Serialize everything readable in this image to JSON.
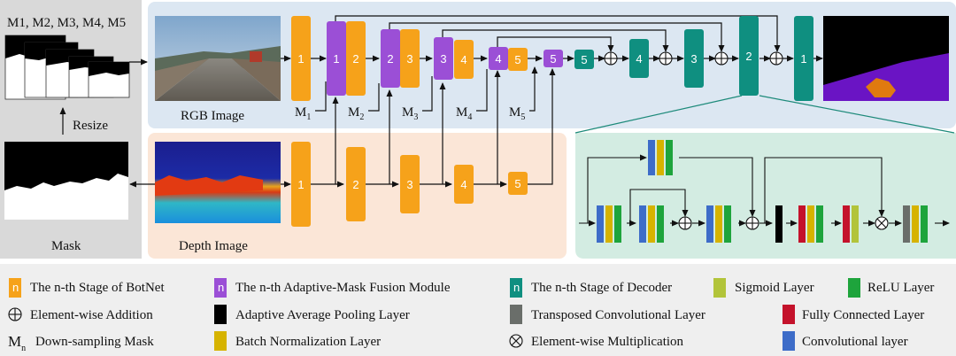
{
  "masks_label": "M1, M2, M3, M4, M5",
  "resize_label": "Resize",
  "mask_label": "Mask",
  "rgb_label": "RGB Image",
  "depth_label": "Depth Image",
  "mask_tags": [
    "M1",
    "M2",
    "M3",
    "M4",
    "M5"
  ],
  "rgb_stage_labels": [
    "1",
    "2",
    "3",
    "4",
    "5"
  ],
  "depth_stage_labels": [
    "1",
    "2",
    "3",
    "4",
    "5"
  ],
  "fusion_labels": [
    "1",
    "2",
    "3",
    "4",
    "5"
  ],
  "decoder_labels": [
    "5",
    "4",
    "3",
    "2",
    "1"
  ],
  "legend": {
    "botnet": "The n-th Stage of BotNet",
    "fusion": "The n-th  Adaptive-Mask Fusion Module",
    "decoder": "The n-th Stage of Decoder",
    "sigmoid": "Sigmoid Layer",
    "relu": "ReLU Layer",
    "addition": "Element-wise Addition",
    "avgpool": "Adaptive Average Pooling Layer",
    "transconv": "Transposed Convolutional Layer",
    "fc": "Fully Connected  Layer",
    "mn": "Down-sampling Mask",
    "batchnorm": "Batch Normalization Layer",
    "multiplication": "Element-wise Multiplication",
    "conv": "Convolutional layer",
    "n_glyph": "n",
    "mn_glyph": "M",
    "mn_sub": "n"
  },
  "colors": {
    "botnet": "#f6a21a",
    "fusion": "#9b4fd6",
    "decoder": "#0f8f80",
    "sigmoid": "#b2c43a",
    "relu": "#1ea43c",
    "batchnorm": "#d6b300",
    "conv": "#3d6cc8",
    "fc": "#c4122b",
    "transconv": "#6a6e6a",
    "avgpool": "#000000"
  }
}
